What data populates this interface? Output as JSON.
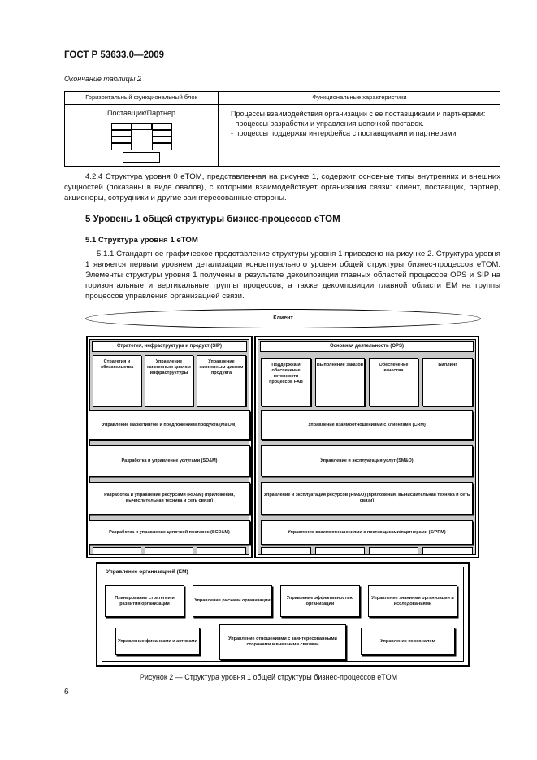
{
  "header": {
    "standard_number": "ГОСТ Р 53633.0—2009"
  },
  "table": {
    "caption": "Окончание таблицы 2",
    "col1_header": "Горизонтальный функциональный блок",
    "col2_header": "Функциональные характеристики",
    "row": {
      "block": "Поставщик/Партнер",
      "desc_intro": "Процессы взаимодействия организации с ее поставщиками и партнерами:",
      "item1": "- процессы разработки и управления цепочкой поставок.",
      "item2": "- процессы поддержки интерфейса с поставщиками и партнерами"
    }
  },
  "body": {
    "para_424": "4.2.4  Структура уровня 0 eTOM, представленная на рисунке 1, содержит основные типы внутренних и внешних сущностей (показаны в виде овалов), с которыми взаимодействует организация связи: клиент, поставщик, партнер, акционеры, сотрудники и другие заинтересованные стороны.",
    "section_5": "5  Уровень 1 общей структуры бизнес-процессов eTOM",
    "section_51": "5.1  Структура уровня 1 eTOM",
    "para_511": "5.1.1  Стандартное графическое представление структуры уровня 1 приведено на рисунке 2. Структура уровня 1 является первым уровнем детализации концептуального уровня общей структуры бизнес-процессов eTOM. Элементы структуры уровня 1 получены в результате декомпозиции главных областей процессов OPS и SIP на горизонтальные и вертикальные группы процессов, а также декомпозиции главной области EM на группы процессов управления организацией связи."
  },
  "figure": {
    "client": "Клиент",
    "sip": {
      "title": "Стратегия, инфраструктура и продукт (SIP)",
      "verticals": [
        "Стратегия и обязательства",
        "Управление жизненным циклом инфраструктуры",
        "Управление жизненным циклом продукта"
      ],
      "horizontals": [
        "Управление маркетингом и предложением продукта (M&OM)",
        "Разработка и управление услугами (SD&M)",
        "Разработка и управление ресурсами (RD&M) (приложения, вычислительная техника и сеть связи)",
        "Разработка и управление цепочкой поставок (SCD&M)"
      ]
    },
    "ops": {
      "title": "Основная деятельность (OPS)",
      "verticals": [
        "Поддержка и обеспечение готовности процессов FAB",
        "Выполнение заказов",
        "Обеспечение качества",
        "Биллинг"
      ],
      "horizontals": [
        "Управление взаимоотношениями с клиентами (CRM)",
        "Управление и эксплуатация услуг (SM&O)",
        "Управление и эксплуатация ресурсов (RM&O) (приложения, вычислительная техника и сеть связи)",
        "Управление взаимоотношениями с поставщиками/партнерами (S/PRM)"
      ]
    },
    "em": {
      "title": "Управление организацией (EM)",
      "row1": [
        "Планирование стратегии и развития организации",
        "Управление рисками организации",
        "Управление эффективностью организации",
        "Управление знаниями организации и исследованиями"
      ],
      "row2": [
        "Управление финансами и активами",
        "Управление отношениями с заинтересованными сторонами и внешними связями",
        "Управление персоналом"
      ]
    },
    "caption": "Рисунок 2 — Структура уровня 1 общей структуры бизнес-процессов eTOM"
  },
  "footer": {
    "page_number": "6"
  }
}
